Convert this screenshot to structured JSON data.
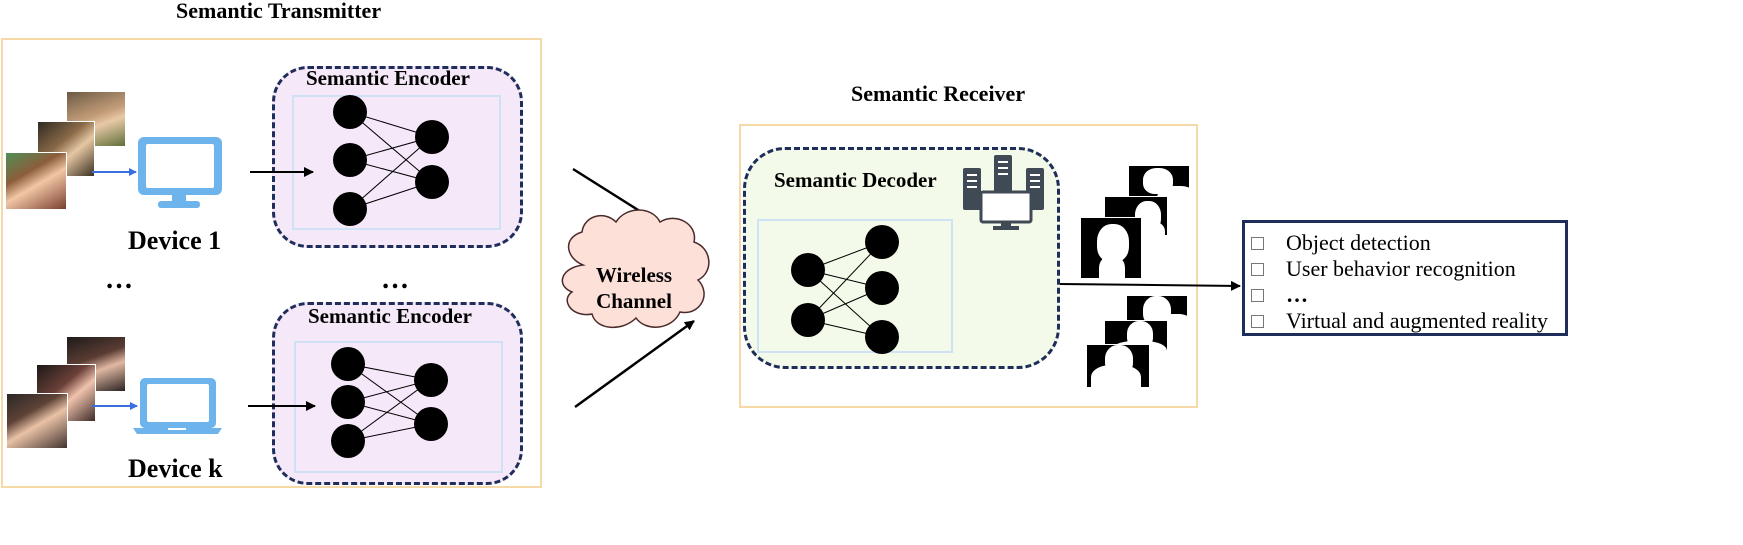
{
  "transmitter": {
    "title": "Semantic Transmitter",
    "device1_label": "Device 1",
    "devicek_label": "Device k",
    "ellipsis_devices": "…",
    "ellipsis_encoders": "…",
    "encoder1_label": "Semantic Encoder",
    "encoder2_label": "Semantic Encoder"
  },
  "channel": {
    "line1": "Wireless",
    "line2": "Channel"
  },
  "receiver": {
    "title": "Semantic Receiver",
    "decoder_label": "Semantic Decoder"
  },
  "tasks": [
    "Object detection",
    "User behavior recognition",
    "…",
    "Virtual and augmented reality"
  ],
  "colors": {
    "frame": "#f5d9a6",
    "dashed_border": "#1f2d5a",
    "encoder_fill": "#f5e8f8",
    "decoder_fill": "#f3fae9",
    "device_icon": "#6eb4ec",
    "device_arrow": "#3b6fe0",
    "cloud_fill": "#fde0d8",
    "server_icon": "#3f4a54"
  },
  "icons": {
    "device1": "monitor-icon",
    "devicek": "laptop-icon",
    "server": "server-rack-icon"
  }
}
